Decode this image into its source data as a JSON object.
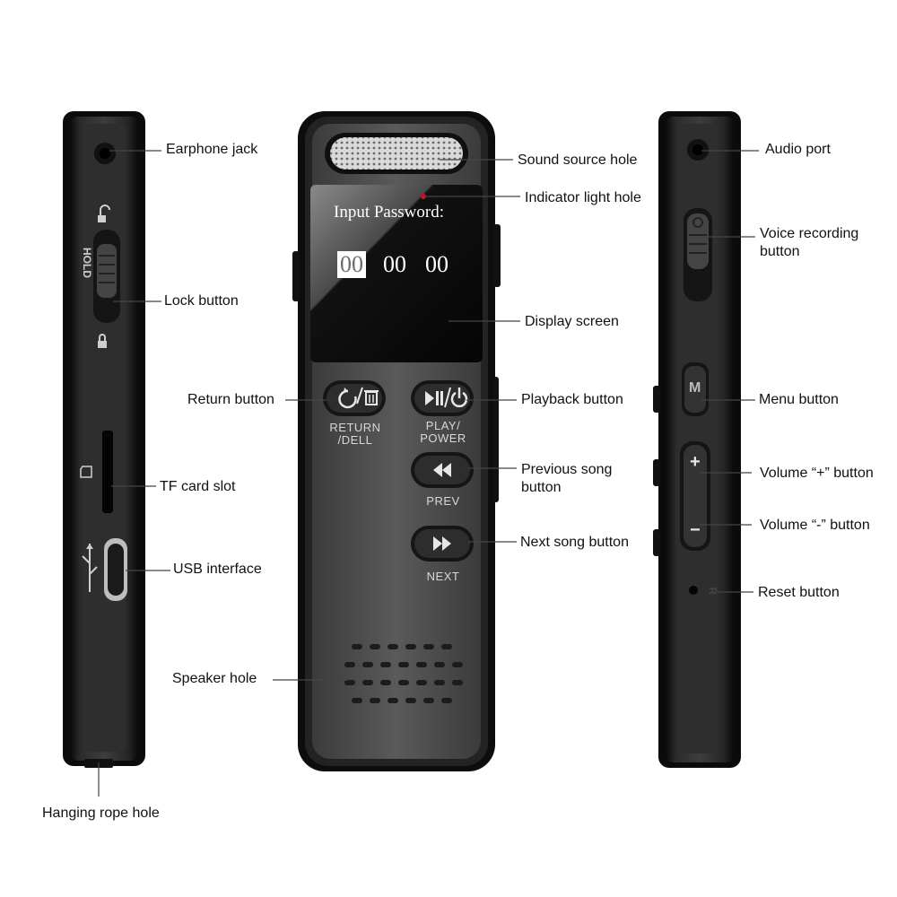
{
  "colors": {
    "body_dark": "#1a1a1a",
    "panel": "#4a4a4a",
    "screen": "#0c0c0c",
    "indicator": "#c8102e",
    "leader_line": "#444444"
  },
  "screen": {
    "title": "Input Password:",
    "digits": [
      "00",
      "00",
      "00"
    ]
  },
  "front_buttons": {
    "return": {
      "label": "RETURN\n/DELL",
      "icon": "return-delete-icon"
    },
    "play": {
      "label": "PLAY/\nPOWER",
      "icon": "play-pause-power-icon"
    },
    "prev": {
      "label": "PREV",
      "icon": "rewind-icon"
    },
    "next": {
      "label": "NEXT",
      "icon": "fast-forward-icon"
    }
  },
  "side_markings": {
    "hold": "HOLD",
    "menu": "M",
    "vol_up": "+",
    "vol_down": "−",
    "reset": "R"
  },
  "callouts": {
    "earphone_jack": "Earphone jack",
    "lock_button": "Lock button",
    "return_button": "Return button",
    "tf_card_slot": "TF card slot",
    "usb_interface": "USB interface",
    "speaker_hole": "Speaker hole",
    "hanging_rope_hole": "Hanging rope hole",
    "sound_source_hole": "Sound source hole",
    "indicator_light_hole": "Indicator light hole",
    "display_screen": "Display screen",
    "playback_button": "Playback button",
    "previous_song_button": "Previous song button",
    "next_song_button": "Next song button",
    "audio_port": "Audio port",
    "voice_recording_button": "Voice recording button",
    "menu_button": "Menu button",
    "volume_plus_button": "Volume “+” button",
    "volume_minus_button": "Volume “-” button",
    "reset_button": "Reset button"
  }
}
